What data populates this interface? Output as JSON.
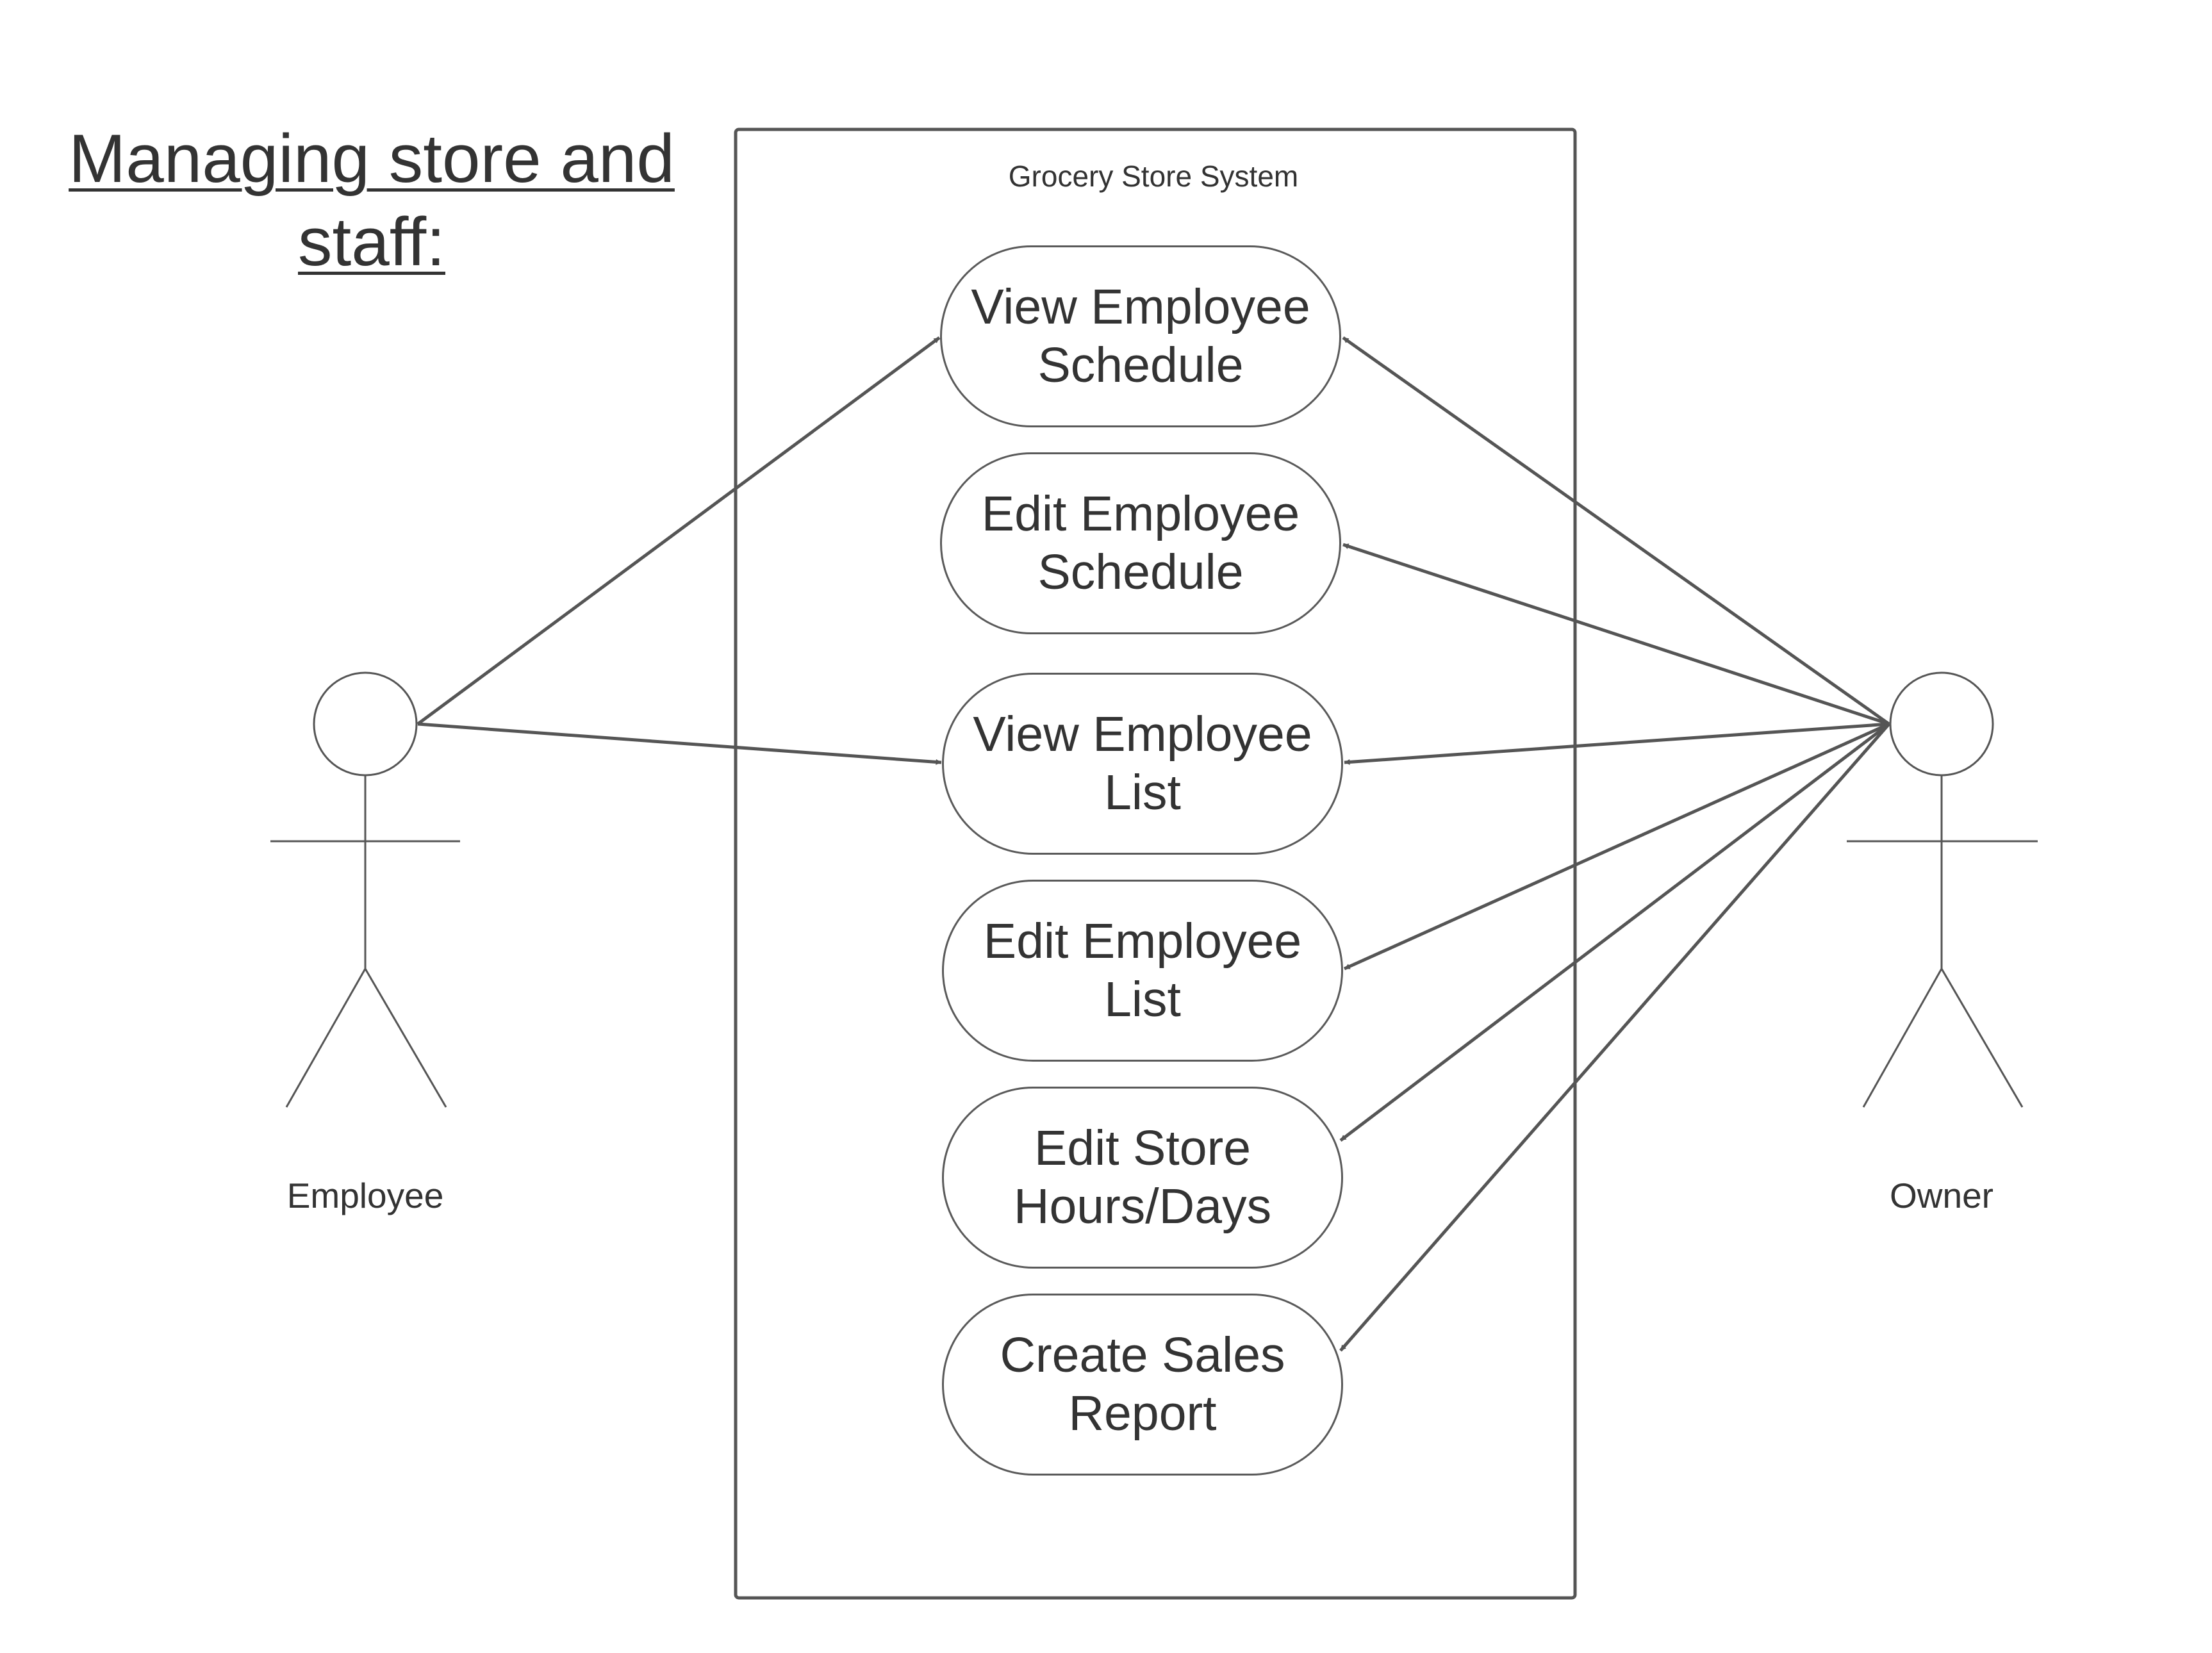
{
  "title": "Managing store and staff:",
  "system": {
    "label": "Grocery Store System"
  },
  "actors": {
    "employee": {
      "label": "Employee"
    },
    "owner": {
      "label": "Owner"
    }
  },
  "use_cases": [
    {
      "label": "View Employee Schedule"
    },
    {
      "label": "Edit Employee Schedule"
    },
    {
      "label": "View Employee List"
    },
    {
      "label": "Edit Employee List"
    },
    {
      "label": "Edit Store Hours/Days"
    },
    {
      "label": "Create Sales Report"
    }
  ],
  "associations": {
    "employee": [
      "View Employee Schedule",
      "View Employee List"
    ],
    "owner": [
      "View Employee Schedule",
      "Edit Employee Schedule",
      "View Employee List",
      "Edit Employee List",
      "Edit Store Hours/Days",
      "Create Sales Report"
    ]
  },
  "colors": {
    "stroke": "#555555",
    "text": "#333333",
    "background": "#ffffff"
  }
}
